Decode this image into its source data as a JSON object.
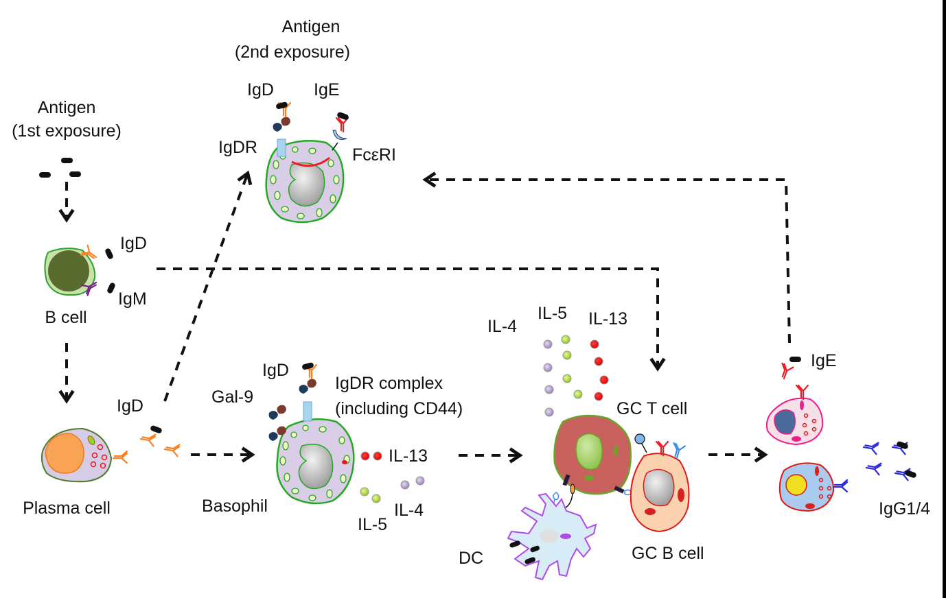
{
  "diagram": {
    "title": "IgD / IgDR basophil pathway in type 2 immunity",
    "colors": {
      "igd": "#ff7f1e",
      "igm": "#7a1f8a",
      "ige": "#ee1b24",
      "igg": "#2a2ae6",
      "antigen": "#111111",
      "basophil_membrane": "#22a822",
      "basophil_cytoplasm": "#d9cde8",
      "il4": "#a38cc0",
      "il5": "#a6d62a",
      "il13": "#ee1111",
      "gc_t_cell": "#c9625e",
      "gc_b_cell": "#fbd2b0",
      "dc": "#d8ecf8"
    },
    "labels": {
      "antigen_first": [
        "Antigen",
        "(1st exposure)"
      ],
      "antigen_second": [
        "Antigen",
        "(2nd exposure)"
      ],
      "b_cell": "B cell",
      "b_cell_igd": "IgD",
      "b_cell_igm": "IgM",
      "plasma_cell": "Plasma cell",
      "plasma_igd": "IgD",
      "top_igd": "IgD",
      "top_ige": "IgE",
      "top_igdr": "IgDR",
      "top_fcer": "FcεRI",
      "mid_igd": "IgD",
      "gal9": "Gal-9",
      "igdr_complex": [
        "IgDR complex",
        "(including CD44)"
      ],
      "basophil": "Basophil",
      "bas_il13": "IL-13",
      "bas_il5": "IL-5",
      "bas_il4": "IL-4",
      "gc_il4": "IL-4",
      "gc_il5": "IL-5",
      "gc_il13": "IL-13",
      "gc_t_cell": "GC T cell",
      "gc_b_cell": "GC B cell",
      "dc": "DC",
      "ige_out": "IgE",
      "igg_out": "IgG1/4"
    },
    "nodes": [
      {
        "id": "antigen-1",
        "label": "Antigen (1st exposure)"
      },
      {
        "id": "b-cell",
        "label": "B cell"
      },
      {
        "id": "plasma-cell",
        "label": "Plasma cell"
      },
      {
        "id": "basophil-activated",
        "label": "Antigen (2nd exposure) basophil"
      },
      {
        "id": "basophil",
        "label": "Basophil"
      },
      {
        "id": "gc-t-cell",
        "label": "GC T cell"
      },
      {
        "id": "gc-b-cell",
        "label": "GC B cell"
      },
      {
        "id": "dc",
        "label": "DC"
      },
      {
        "id": "ige-plasma",
        "label": "IgE"
      },
      {
        "id": "igg-plasma",
        "label": "IgG1/4"
      }
    ],
    "edges": [
      {
        "from": "antigen-1",
        "to": "b-cell",
        "style": "dashed"
      },
      {
        "from": "b-cell",
        "to": "plasma-cell",
        "style": "dashed"
      },
      {
        "from": "b-cell",
        "to": "gc-t-cell",
        "style": "dashed"
      },
      {
        "from": "plasma-cell",
        "to": "basophil-activated",
        "style": "dashed"
      },
      {
        "from": "plasma-cell",
        "to": "basophil",
        "style": "dashed"
      },
      {
        "from": "basophil",
        "to": "gc-t-cell",
        "style": "dashed"
      },
      {
        "from": "gc-t-cell",
        "to": "ige-plasma",
        "style": "dashed"
      },
      {
        "from": "ige-plasma",
        "to": "basophil-activated",
        "style": "dashed"
      }
    ]
  }
}
